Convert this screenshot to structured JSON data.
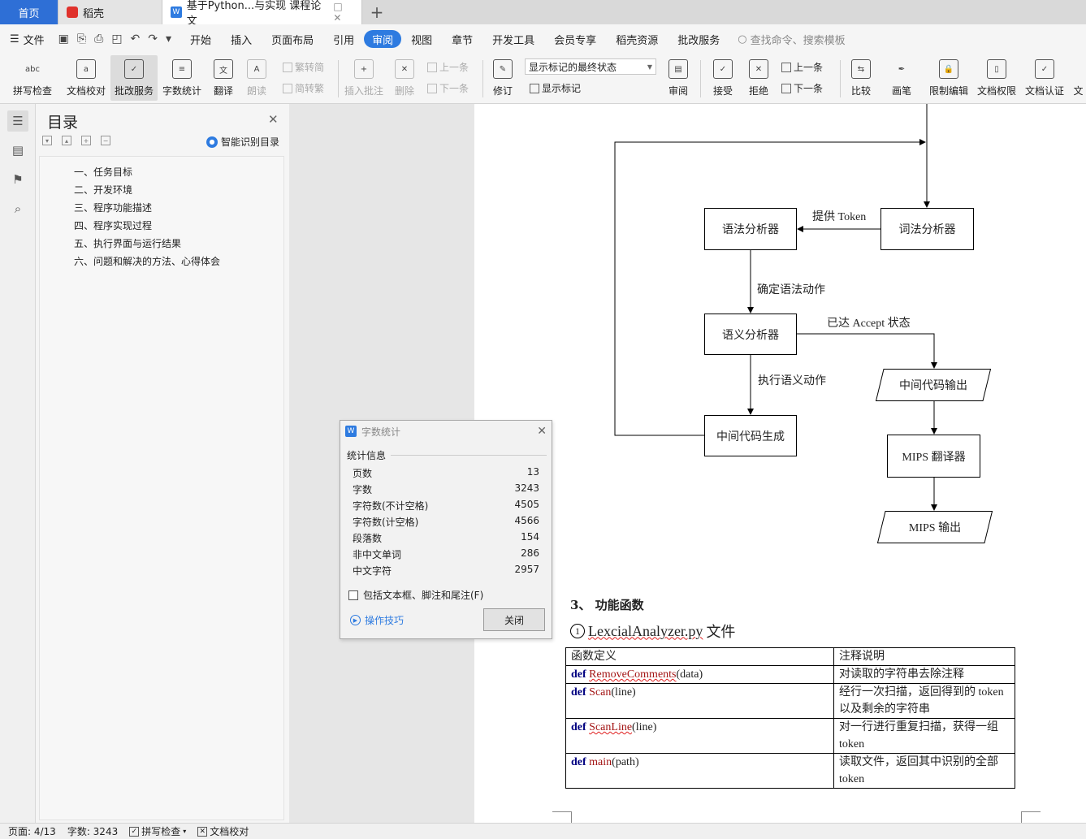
{
  "tabs": {
    "home": "首页",
    "daoke": "稻壳",
    "doc": "基于Python...与实现 课程论文",
    "add": "+"
  },
  "menu": {
    "file": "文件",
    "items": [
      "开始",
      "插入",
      "页面布局",
      "引用",
      "审阅",
      "视图",
      "章节",
      "开发工具",
      "会员专享",
      "稻壳资源",
      "批改服务"
    ],
    "search_placeholder": "查找命令、搜索模板"
  },
  "ribbon": {
    "spell": "拼写检查",
    "proof": "文档校对",
    "correct": "批改服务",
    "wordcount": "字数统计",
    "translate": "翻译",
    "read": "朗读",
    "trad": "繁转简",
    "simp": "简转繁",
    "insert_comment": "插入批注",
    "delete": "删除",
    "prev_comment": "上一条",
    "next_comment": "下一条",
    "revise": "修订",
    "markup_state": "显示标记的最终状态",
    "show_markup": "显示标记",
    "review": "审阅",
    "accept": "接受",
    "reject": "拒绝",
    "prev_change": "上一条",
    "next_change": "下一条",
    "compare": "比较",
    "pen": "画笔",
    "restrict": "限制编辑",
    "permission": "文档权限",
    "certify": "文档认证",
    "more": "文"
  },
  "toc": {
    "title": "目录",
    "smart": "智能识别目录",
    "items": [
      "一、任务目标",
      "二、开发环境",
      "三、程序功能描述",
      "四、程序实现过程",
      "五、执行界面与运行结果",
      "六、问题和解决的方法、心得体会"
    ]
  },
  "flow": {
    "parser": "语法分析器",
    "lexer": "词法分析器",
    "semantic": "语义分析器",
    "codegen": "中间代码生成",
    "ir_out": "中间代码输出",
    "mips_tr": "MIPS 翻译器",
    "mips_out": "MIPS 输出",
    "lbl_token": "提供 Token",
    "lbl_syntax": "确定语法动作",
    "lbl_accept": "已达 Accept 状态",
    "lbl_semantic": "执行语义动作"
  },
  "doc": {
    "section": "3、 功能函数",
    "file_num": "1",
    "file_name": "LexcialAnalyzer.py",
    "file_suffix": "文件"
  },
  "table": {
    "headers": [
      "函数定义",
      "注释说明"
    ],
    "rows": [
      {
        "kw": "def",
        "fn": "RemoveComments",
        "args": "(data)",
        "desc": "对读取的字符串去除注释"
      },
      {
        "kw": "def",
        "fn": "Scan",
        "args": "(line)",
        "desc": "经行一次扫描，返回得到的 token 以及剩余的字符串"
      },
      {
        "kw": "def",
        "fn": "ScanLine",
        "args": "(line)",
        "desc": "对一行进行重复扫描，获得一组 token"
      },
      {
        "kw": "def",
        "fn": "main",
        "args": "(path)",
        "desc": "读取文件，返回其中识别的全部 token"
      }
    ]
  },
  "dialog": {
    "title": "字数统计",
    "section": "统计信息",
    "stats": [
      {
        "label": "页数",
        "value": "13"
      },
      {
        "label": "字数",
        "value": "3243"
      },
      {
        "label": "字符数(不计空格)",
        "value": "4505"
      },
      {
        "label": "字符数(计空格)",
        "value": "4566"
      },
      {
        "label": "段落数",
        "value": "154"
      },
      {
        "label": "非中文单词",
        "value": "286"
      },
      {
        "label": "中文字符",
        "value": "2957"
      }
    ],
    "checkbox": "包括文本框、脚注和尾注(F)",
    "tips": "操作技巧",
    "close": "关闭"
  },
  "status": {
    "page": "页面: 4/13",
    "words": "字数: 3243",
    "spell": "拼写检查",
    "proof": "文档校对"
  }
}
